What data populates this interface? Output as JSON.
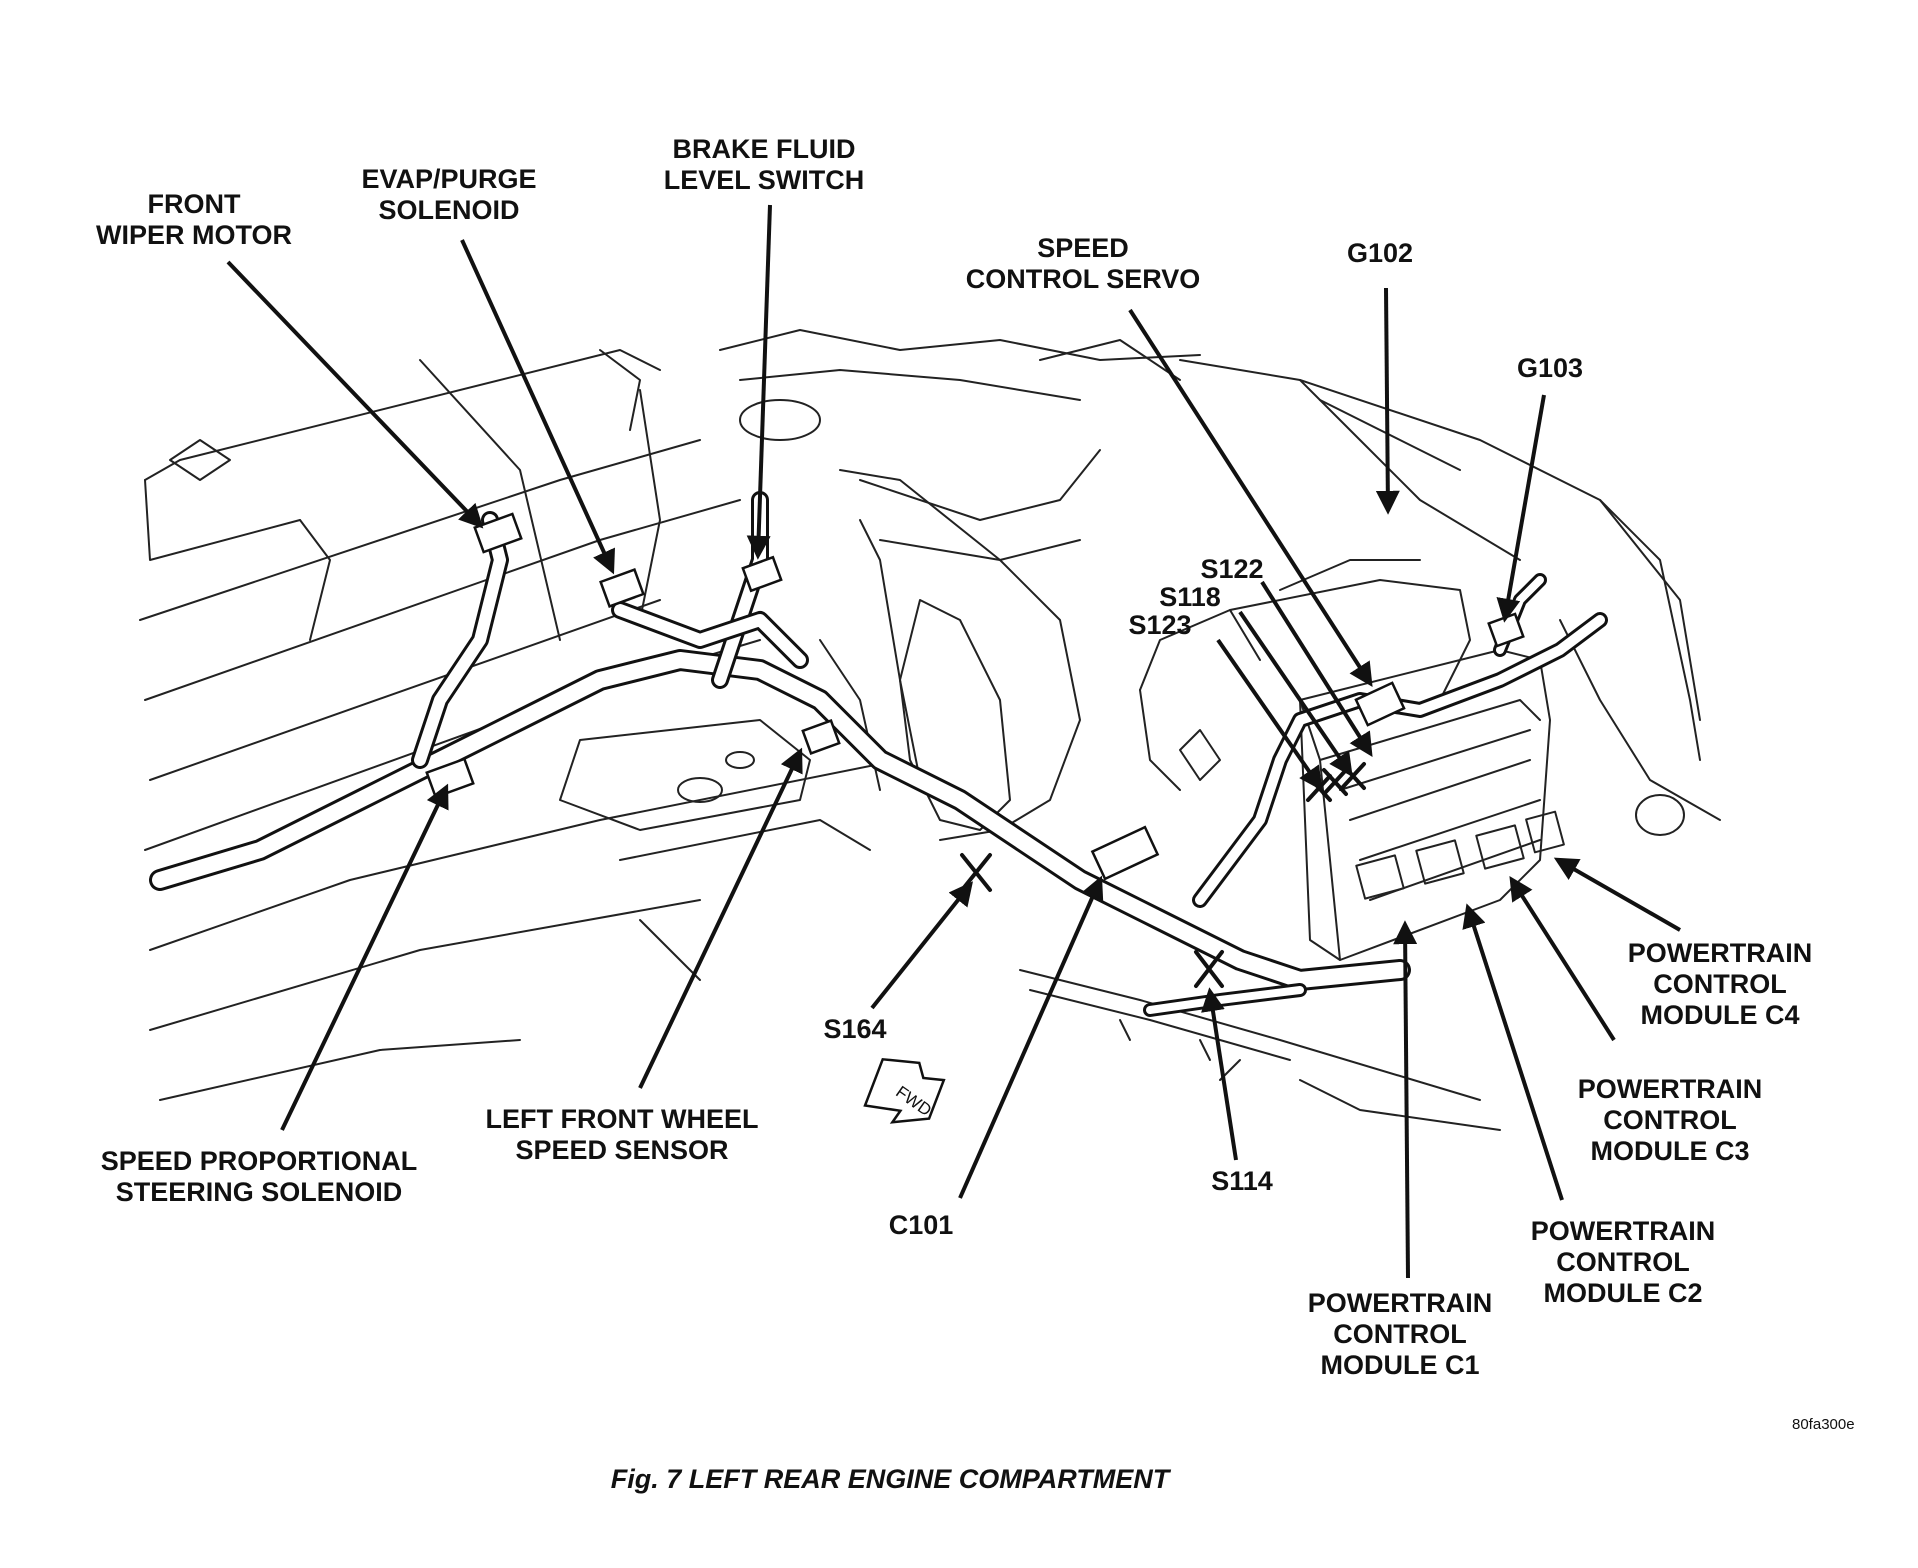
{
  "figure": {
    "caption": "Fig. 7 LEFT REAR ENGINE COMPARTMENT",
    "drawing_code": "80fa300e",
    "ink_color": "#111111",
    "background_color": "#ffffff"
  },
  "components": {
    "front_wiper_motor": [
      "FRONT",
      "WIPER MOTOR"
    ],
    "evap_purge_solenoid": [
      "EVAP/PURGE",
      "SOLENOID"
    ],
    "brake_fluid_level_switch": [
      "BRAKE FLUID",
      "LEVEL SWITCH"
    ],
    "speed_control_servo": [
      "SPEED",
      "CONTROL SERVO"
    ],
    "g102": [
      "G102"
    ],
    "g103": [
      "G103"
    ],
    "s122": [
      "S122"
    ],
    "s118": [
      "S118"
    ],
    "s123": [
      "S123"
    ],
    "pcm_c4": [
      "POWERTRAIN",
      "CONTROL",
      "MODULE C4"
    ],
    "pcm_c3": [
      "POWERTRAIN",
      "CONTROL",
      "MODULE C3"
    ],
    "pcm_c2": [
      "POWERTRAIN",
      "CONTROL",
      "MODULE C2"
    ],
    "pcm_c1": [
      "POWERTRAIN",
      "CONTROL",
      "MODULE C1"
    ],
    "s164": [
      "S164"
    ],
    "s114": [
      "S114"
    ],
    "c101": [
      "C101"
    ],
    "left_front_wheel_speed_sensor": [
      "LEFT FRONT WHEEL",
      "SPEED SENSOR"
    ],
    "speed_proportional_steering_solenoid": [
      "SPEED PROPORTIONAL",
      "STEERING SOLENOID"
    ]
  },
  "arrow_marker": {
    "text": "FWD"
  }
}
